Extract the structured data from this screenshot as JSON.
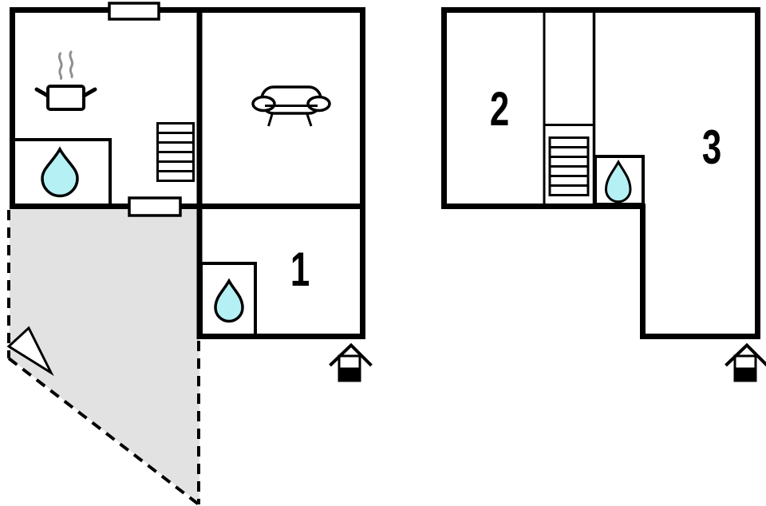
{
  "document": {
    "type": "floor-plan",
    "background": "#ffffff"
  },
  "colors": {
    "wall": "#000000",
    "water": "#b5f0f5",
    "terrace": "#e2e2e2",
    "steam": "#8f8f8f"
  },
  "room_labels": {
    "room1": "1",
    "room2": "2",
    "room3": "3"
  },
  "icons": {
    "kitchen": "cooking-pot-icon",
    "bathroom": "water-drop-icon",
    "stairs": "stairs-icon",
    "living_room": "sofa-icon",
    "entrance": "house-entrance-icon",
    "terrace_direction": "triangle-arrow-icon"
  }
}
